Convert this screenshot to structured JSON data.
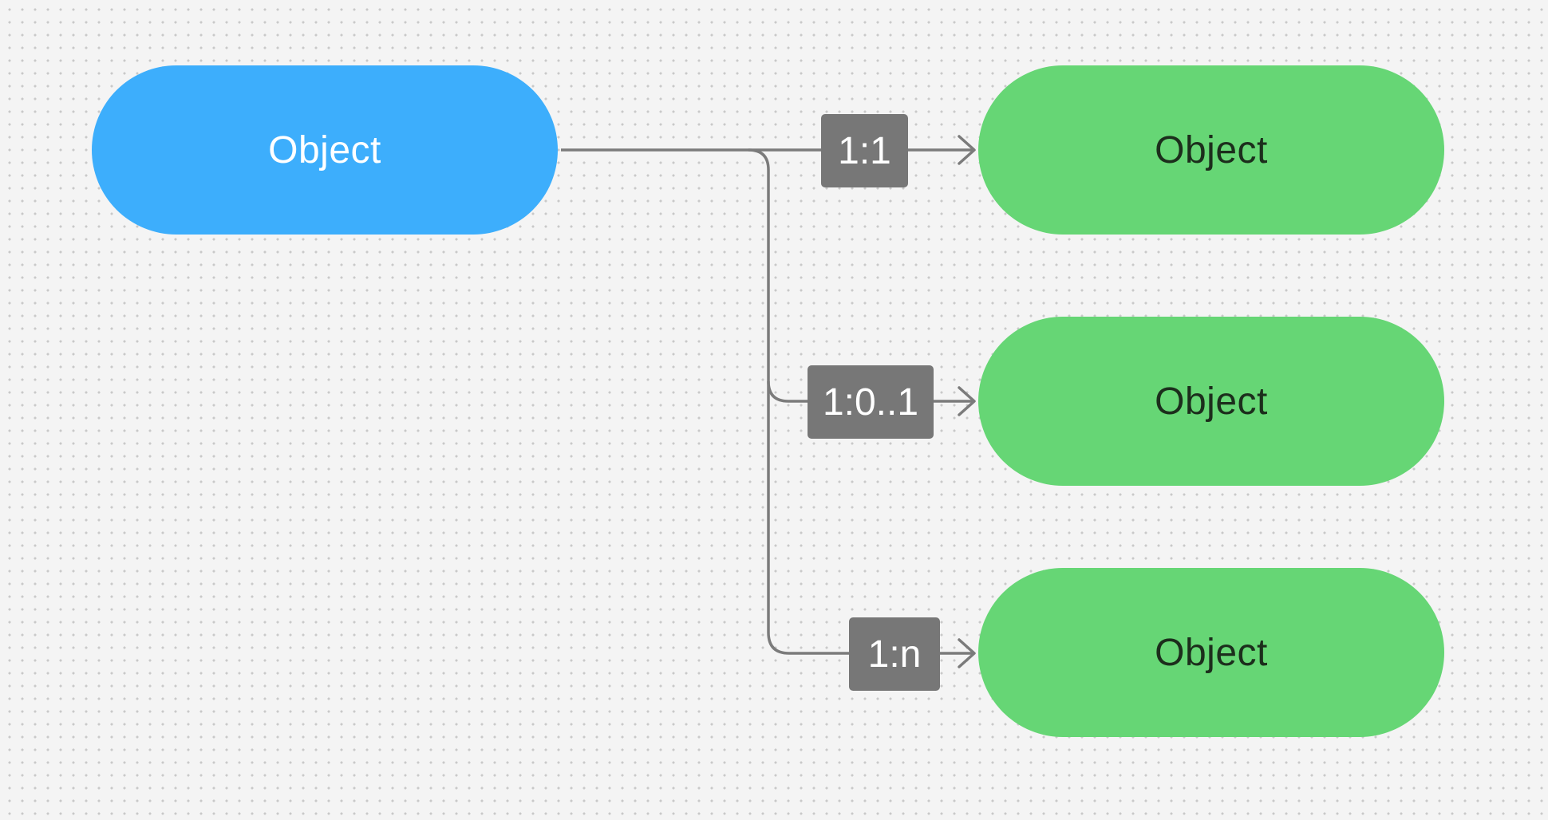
{
  "diagram": {
    "source": {
      "label": "Object",
      "fill": "#3daefc",
      "text_color": "#ffffff"
    },
    "targets": [
      {
        "label": "Object"
      },
      {
        "label": "Object"
      },
      {
        "label": "Object"
      }
    ],
    "target_style": {
      "fill": "#66d675",
      "text_color": "#1c2e1c"
    },
    "relations": [
      {
        "label": "1:1"
      },
      {
        "label": "1:0..1"
      },
      {
        "label": "1:n"
      }
    ],
    "connector_color": "#7b7b7b",
    "label_fill": "#777777",
    "background": "#f4f4f4"
  }
}
